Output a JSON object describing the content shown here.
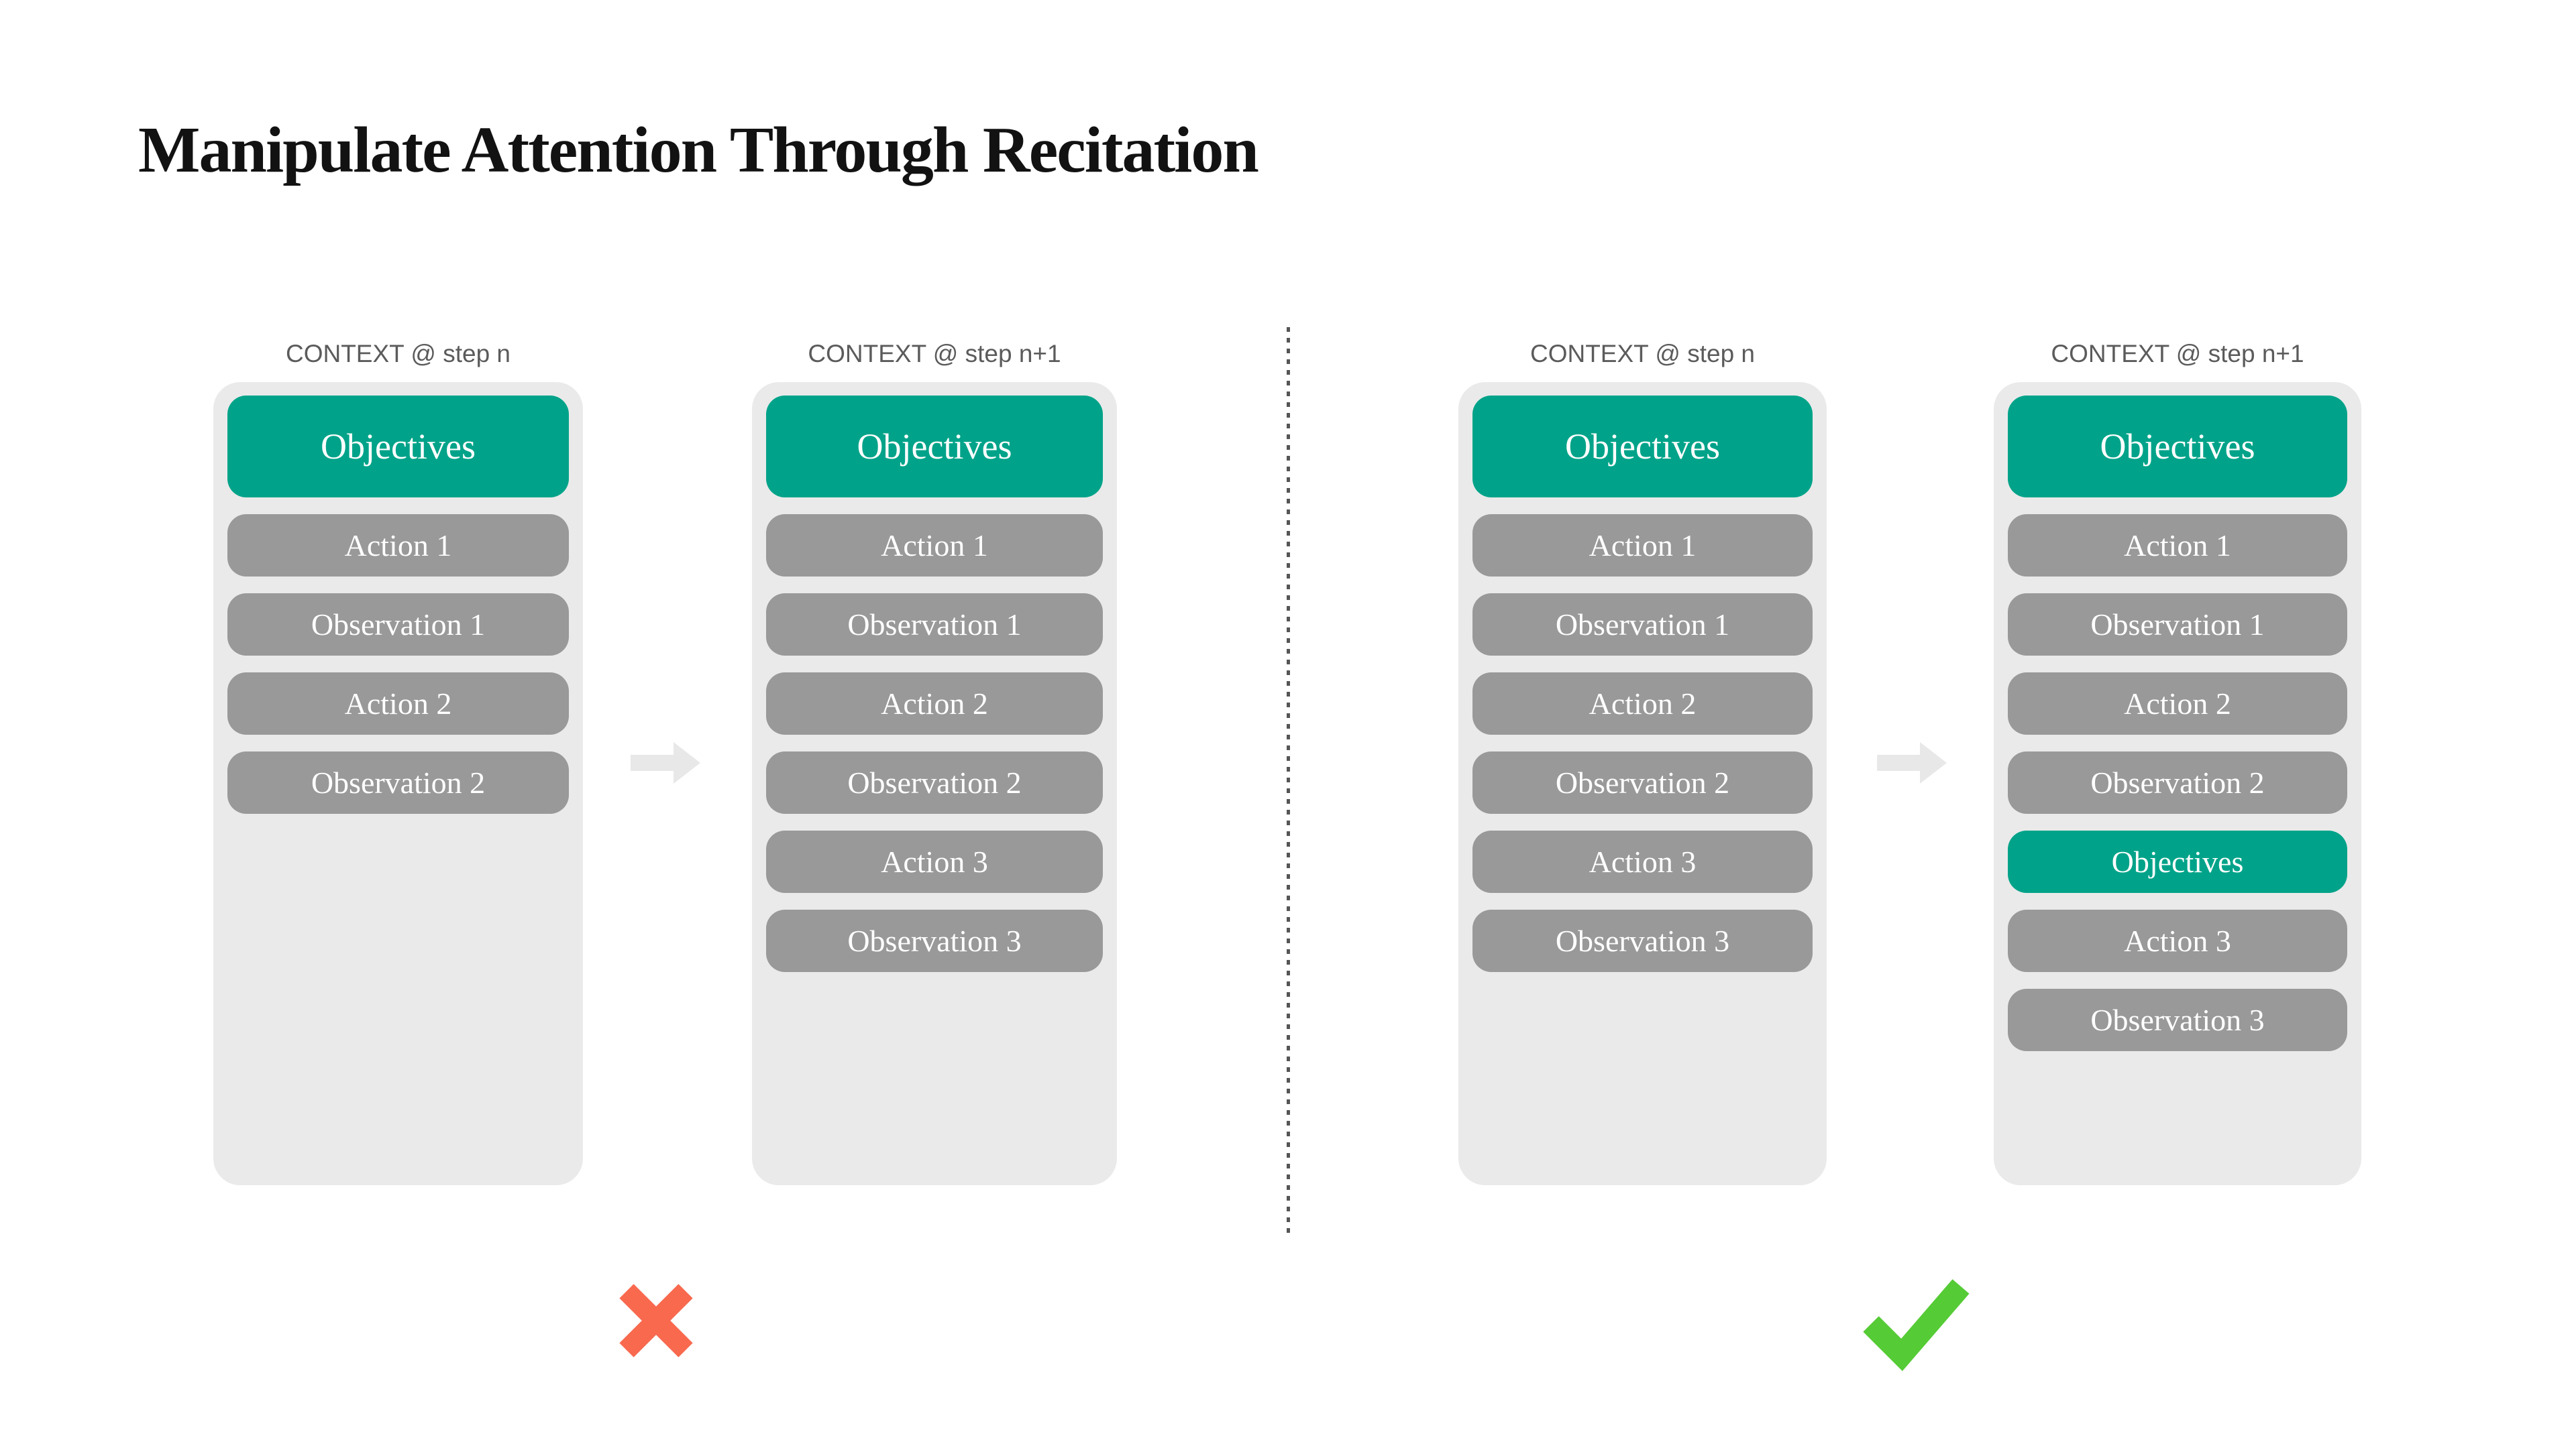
{
  "title": "Manipulate Attention Through Recitation",
  "colors": {
    "objectives_teal": "#00A389",
    "block_gray": "#999999",
    "panel_background": "#EAEAEA",
    "header_text": "#5B5B5B",
    "divider_dash": "#555555",
    "arrow_gray": "#E8E8E8",
    "fail_red": "#F9694E",
    "pass_green": "#55CB35",
    "title_text": "#121212"
  },
  "icons": {
    "step_arrow": "right-arrow",
    "fail": "cross-mark",
    "pass": "check-mark",
    "divider": "vertical-dashed-line"
  },
  "examples": [
    {
      "id": "without-recitation",
      "verdict": "fail",
      "panels": [
        {
          "header": "CONTEXT @ step n",
          "blocks": [
            {
              "label": "Objectives",
              "style": "hero"
            },
            {
              "label": "Action 1",
              "style": "muted"
            },
            {
              "label": "Observation 1",
              "style": "muted"
            },
            {
              "label": "Action 2",
              "style": "muted"
            },
            {
              "label": "Observation 2",
              "style": "muted"
            }
          ]
        },
        {
          "header": "CONTEXT @ step n+1",
          "blocks": [
            {
              "label": "Objectives",
              "style": "hero"
            },
            {
              "label": "Action 1",
              "style": "muted"
            },
            {
              "label": "Observation 1",
              "style": "muted"
            },
            {
              "label": "Action 2",
              "style": "muted"
            },
            {
              "label": "Observation 2",
              "style": "muted"
            },
            {
              "label": "Action 3",
              "style": "muted"
            },
            {
              "label": "Observation 3",
              "style": "muted"
            }
          ]
        }
      ]
    },
    {
      "id": "with-recitation",
      "verdict": "pass",
      "panels": [
        {
          "header": "CONTEXT @ step n",
          "blocks": [
            {
              "label": "Objectives",
              "style": "hero"
            },
            {
              "label": "Action 1",
              "style": "muted"
            },
            {
              "label": "Observation 1",
              "style": "muted"
            },
            {
              "label": "Action 2",
              "style": "muted"
            },
            {
              "label": "Observation 2",
              "style": "muted"
            },
            {
              "label": "Action 3",
              "style": "muted"
            },
            {
              "label": "Observation 3",
              "style": "muted"
            }
          ]
        },
        {
          "header": "CONTEXT @ step n+1",
          "blocks": [
            {
              "label": "Objectives",
              "style": "hero"
            },
            {
              "label": "Action 1",
              "style": "muted"
            },
            {
              "label": "Observation 1",
              "style": "muted"
            },
            {
              "label": "Action 2",
              "style": "muted"
            },
            {
              "label": "Observation 2",
              "style": "muted"
            },
            {
              "label": "Objectives",
              "style": "accent"
            },
            {
              "label": "Action 3",
              "style": "muted"
            },
            {
              "label": "Observation 3",
              "style": "muted"
            }
          ]
        }
      ]
    }
  ]
}
